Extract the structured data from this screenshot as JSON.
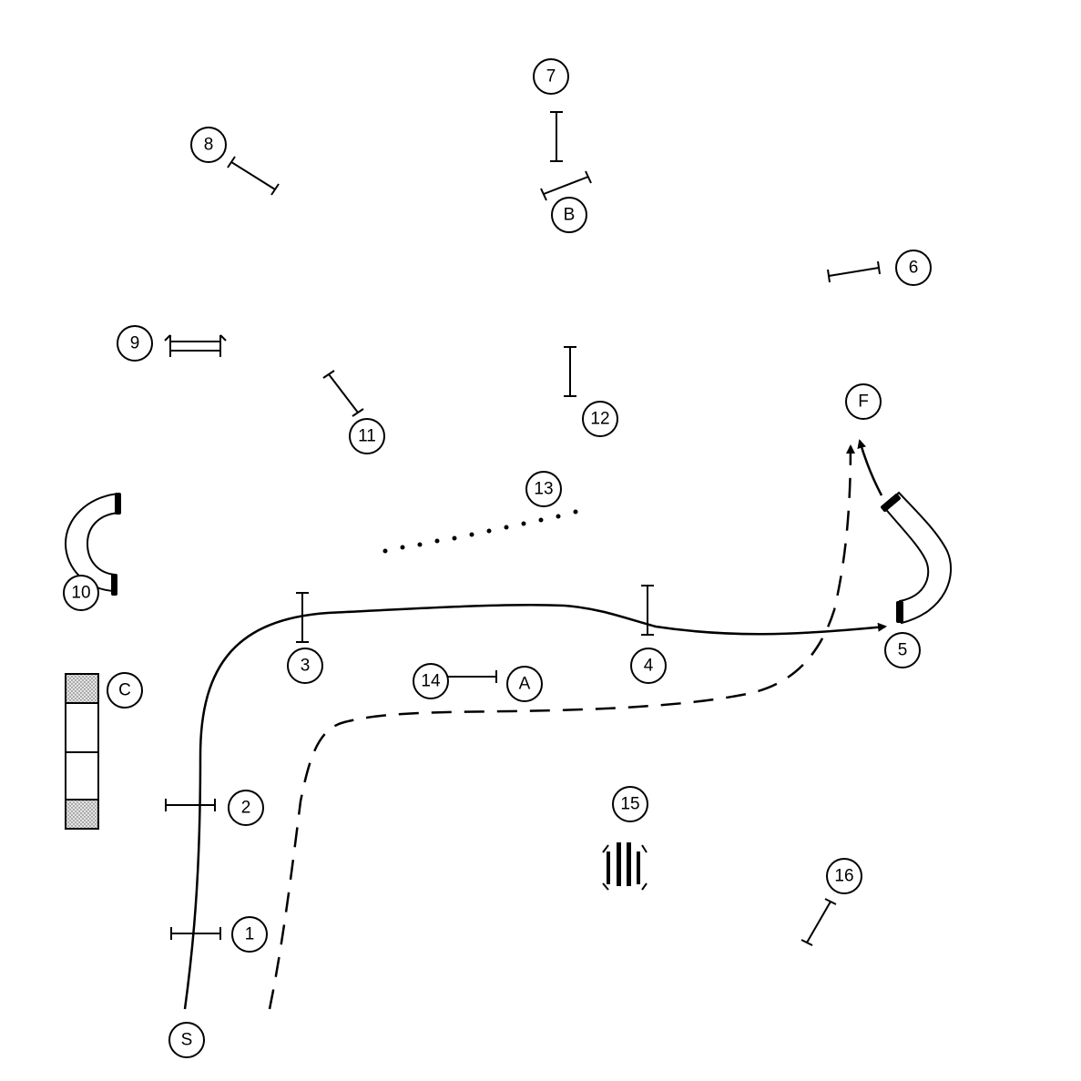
{
  "markers": {
    "m1": "1",
    "m2": "2",
    "m3": "3",
    "m4": "4",
    "m5": "5",
    "m6": "6",
    "m7": "7",
    "m8": "8",
    "m9": "9",
    "m10": "10",
    "m11": "11",
    "m12": "12",
    "m13": "13",
    "m14": "14",
    "m15": "15",
    "m16": "16",
    "mA": "A",
    "mB": "B",
    "mC": "C",
    "mS": "S",
    "mF": "F"
  },
  "colors": {
    "ink": "#000000",
    "background": "#ffffff",
    "table_shade": "#d4d4d4"
  }
}
